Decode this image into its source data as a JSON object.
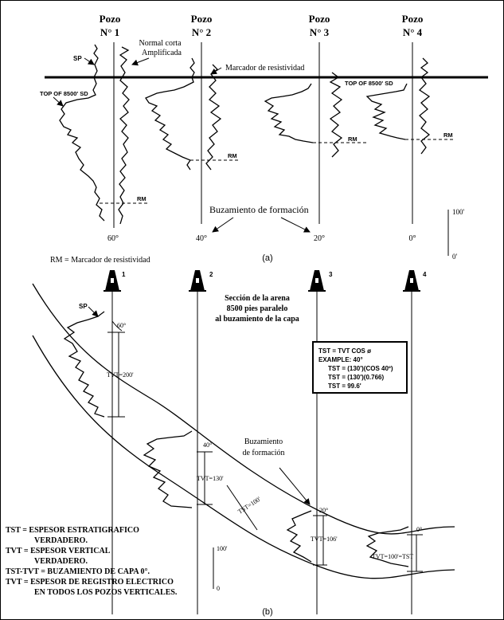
{
  "top_panel": {
    "wells": [
      {
        "name": "Pozo",
        "num": "N° 1"
      },
      {
        "name": "Pozo",
        "num": "N° 2"
      },
      {
        "name": "Pozo",
        "num": "N° 3"
      },
      {
        "name": "Pozo",
        "num": "N° 4"
      }
    ],
    "normal_corta": "Normal corta",
    "amplificada": "Amplificada",
    "sp_label": "SP",
    "marker_label": "Marcador de resistividad",
    "top_sd_left": "TOP OF 8500' SD",
    "top_sd_right": "TOP OF 8500' SD",
    "rm_labels": [
      "RM",
      "RM",
      "RM",
      "RM"
    ],
    "dip_label": "Buzamiento de  formación",
    "angles": [
      "60°",
      "40°",
      "20°",
      "0°"
    ],
    "scale_top": "100'",
    "scale_bottom": "0'",
    "caption": "(a)",
    "rm_legend": "RM = Marcador de resistividad"
  },
  "bottom_panel": {
    "rig_numbers": [
      "1",
      "2",
      "3",
      "4"
    ],
    "section_title": [
      "Sección de la  arena",
      "8500 pies paralelo",
      "al buzamiento de la capa"
    ],
    "sp_label": "SP",
    "angle_60": "60°",
    "tvt_200": "TVT=200'",
    "angle_40": "40°",
    "tvt_130": "TVT=130'",
    "tst_100": "TST=100'",
    "dip_label": [
      "Buzamiento",
      "de  formación"
    ],
    "angle_20": "20°",
    "tvt_106": "TVT=106'",
    "angle_0": "0°",
    "tvt_tst": "TVT=100'=TST",
    "formula_box": [
      "TST = TVT COS ø",
      "EXAMPLE: 40°",
      "TST = (130')(COS 40º)",
      "TST = (130')(0.766)",
      "TST = 99.6'"
    ],
    "scale_top": "100'",
    "scale_bottom": "0",
    "legend": [
      {
        "abbr": "TST = ",
        "text": "ESPESOR ESTRATIGRAFICO",
        "cont": "VERDADERO."
      },
      {
        "abbr": "TVT = ",
        "text": "ESPESOR VERTICAL",
        "cont": "VERDADERO."
      },
      {
        "abbr": "TST-TVT = ",
        "text": "BUZAMIENTO DE CAPA 0°.",
        "cont": ""
      },
      {
        "abbr": "TVT = ",
        "text": "ESPESOR DE REGISTRO ELECTRICO",
        "cont": "EN TODOS LOS POZOS VERTICALES."
      }
    ],
    "caption": "(b)"
  }
}
